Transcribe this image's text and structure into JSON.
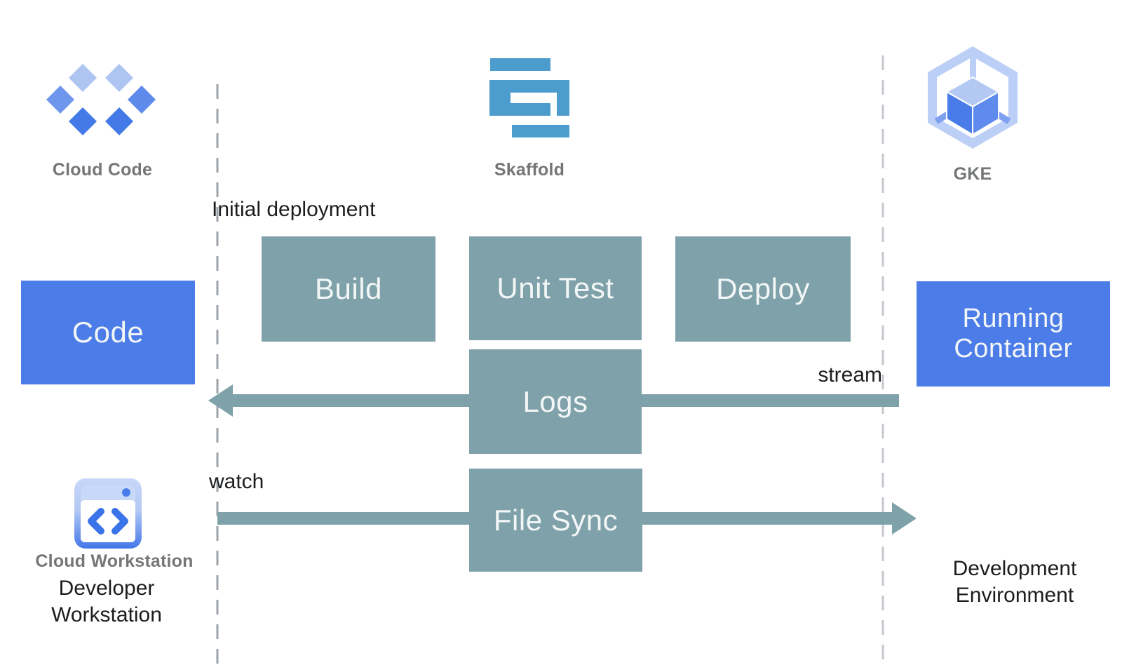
{
  "headers": {
    "cloud_code": "Cloud Code",
    "skaffold": "Skaffold",
    "gke": "GKE"
  },
  "nodes": {
    "code": "Code",
    "build": "Build",
    "unit_test": "Unit Test",
    "deploy": "Deploy",
    "logs": "Logs",
    "file_sync": "File Sync",
    "running_container": "Running Container"
  },
  "annotations": {
    "initial_deployment": "Initial deployment",
    "stream": "stream",
    "watch": "watch"
  },
  "footer": {
    "cloud_workstation": "Cloud Workstation",
    "developer_workstation": "Developer Workstation",
    "development_environment": "Development Environment"
  },
  "icons": {
    "cloud_code": "cloud-code-icon",
    "skaffold": "skaffold-icon",
    "gke": "gke-icon",
    "cloud_workstation": "cloud-workstation-icon"
  },
  "colors": {
    "blue_box": "#4C7CE8",
    "teal_box": "#7FA1A9",
    "arrow": "#7FA1A9",
    "skaffold_blue": "#4C9CCD",
    "diamond_light": "#AEC5F2",
    "diamond_medium": "#6E96ED",
    "diamond_dark": "#4478E8",
    "gke_ring": "#BCCFF6",
    "gray_label": "#747678",
    "text_dark": "#1C1D1F"
  }
}
